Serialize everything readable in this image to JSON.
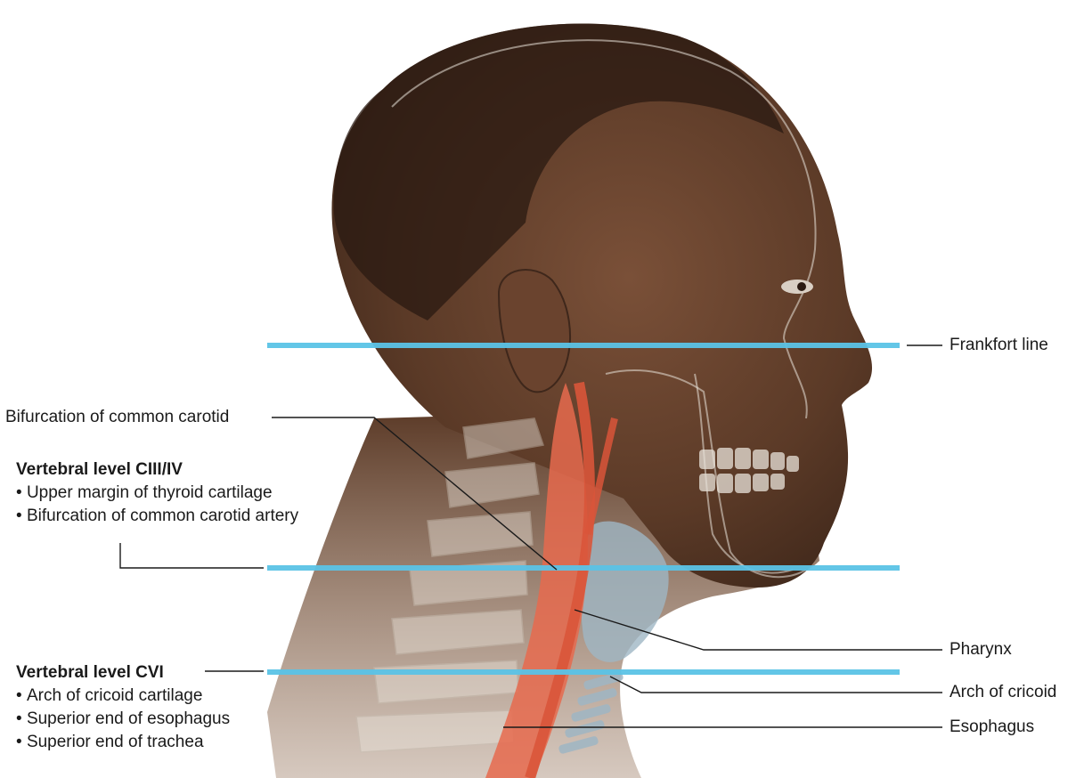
{
  "labels": {
    "frankfort": "Frankfort line",
    "bifurcation": "Bifurcation of common carotid",
    "pharynx": "Pharynx",
    "arch_cricoid": "Arch of cricoid",
    "esophagus": "Esophagus"
  },
  "level_c3_c4": {
    "title": "Vertebral level CIII/IV",
    "items": [
      "Upper margin of thyroid cartilage",
      "Bifurcation of common carotid artery"
    ]
  },
  "level_c6": {
    "title": "Vertebral level CVI",
    "items": [
      "Arch of cricoid cartilage",
      "Superior end of esophagus",
      "Superior end of trachea"
    ]
  },
  "colors": {
    "reference_line": "#5bc3e6",
    "skin": "#5a3a28",
    "artery": "#e66a4e",
    "cartilage": "#9fb6c4",
    "bone": "#e9e3da"
  }
}
